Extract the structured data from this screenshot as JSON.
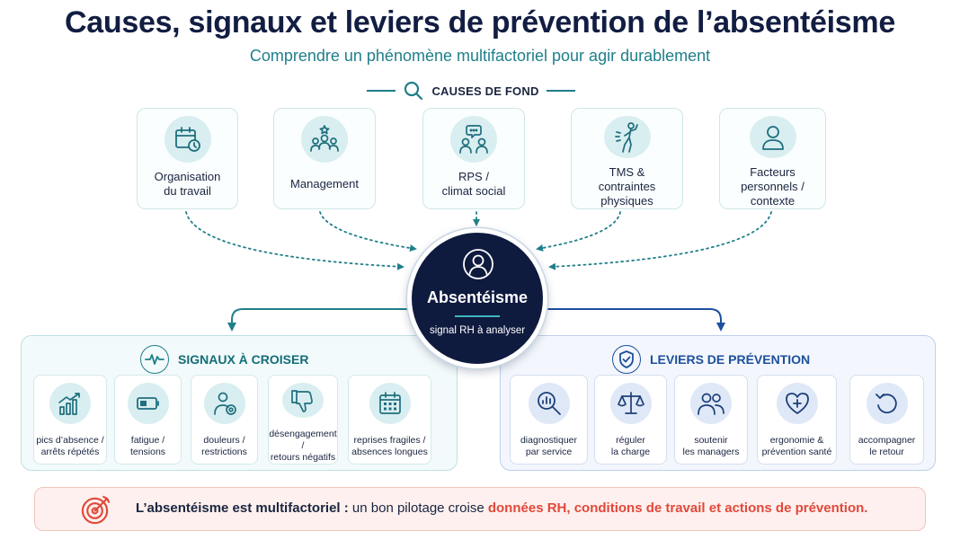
{
  "header": {
    "title": "Causes, signaux et leviers de prévention de l’absentéisme",
    "subtitle": "Comprendre un phénomène multifactoriel pour agir durablement"
  },
  "causes": {
    "label": "CAUSES DE FOND",
    "items": [
      {
        "label": "Organisation\ndu travail",
        "icon": "calendar-clock-icon"
      },
      {
        "label": "Management",
        "icon": "team-star-icon"
      },
      {
        "label": "RPS /\nclimat social",
        "icon": "people-chat-icon"
      },
      {
        "label": "TMS &\ncontraintes\nphysiques",
        "icon": "body-pain-icon"
      },
      {
        "label": "Facteurs\npersonnels /\ncontexte",
        "icon": "person-icon"
      }
    ]
  },
  "center": {
    "title": "Absentéisme",
    "subtitle": "signal RH à analyser"
  },
  "signals": {
    "label": "SIGNAUX À CROISER",
    "items": [
      {
        "label": "pics d’absence /\narrêts répétés",
        "icon": "bar-chart-up-icon"
      },
      {
        "label": "fatigue /\ntensions",
        "icon": "battery-low-icon"
      },
      {
        "label": "douleurs /\nrestrictions",
        "icon": "person-badge-icon"
      },
      {
        "label": "désengagement /\nretours négatifs",
        "icon": "thumbs-down-icon"
      },
      {
        "label": "reprises fragiles /\nabsences longues",
        "icon": "calendar-icon"
      }
    ]
  },
  "levers": {
    "label": "LEVIERS DE PRÉVENTION",
    "items": [
      {
        "label": "diagnostiquer\npar service",
        "icon": "magnifier-chart-icon"
      },
      {
        "label": "réguler\nla charge",
        "icon": "balance-scale-icon"
      },
      {
        "label": "soutenir\nles managers",
        "icon": "support-people-icon"
      },
      {
        "label": "ergonomie &\nprévention santé",
        "icon": "heart-plus-icon"
      },
      {
        "label": "accompagner\nle retour",
        "icon": "return-arrow-icon"
      }
    ]
  },
  "banner": {
    "bold": "L’absentéisme est multifactoriel :",
    "normal": " un bon pilotage croise ",
    "highlight": "données RH, conditions de travail et actions de prévention."
  },
  "colors": {
    "navy": "#0f1a3f",
    "teal": "#1f7f8a",
    "blue": "#1d4f9c",
    "red": "#e2483a"
  }
}
